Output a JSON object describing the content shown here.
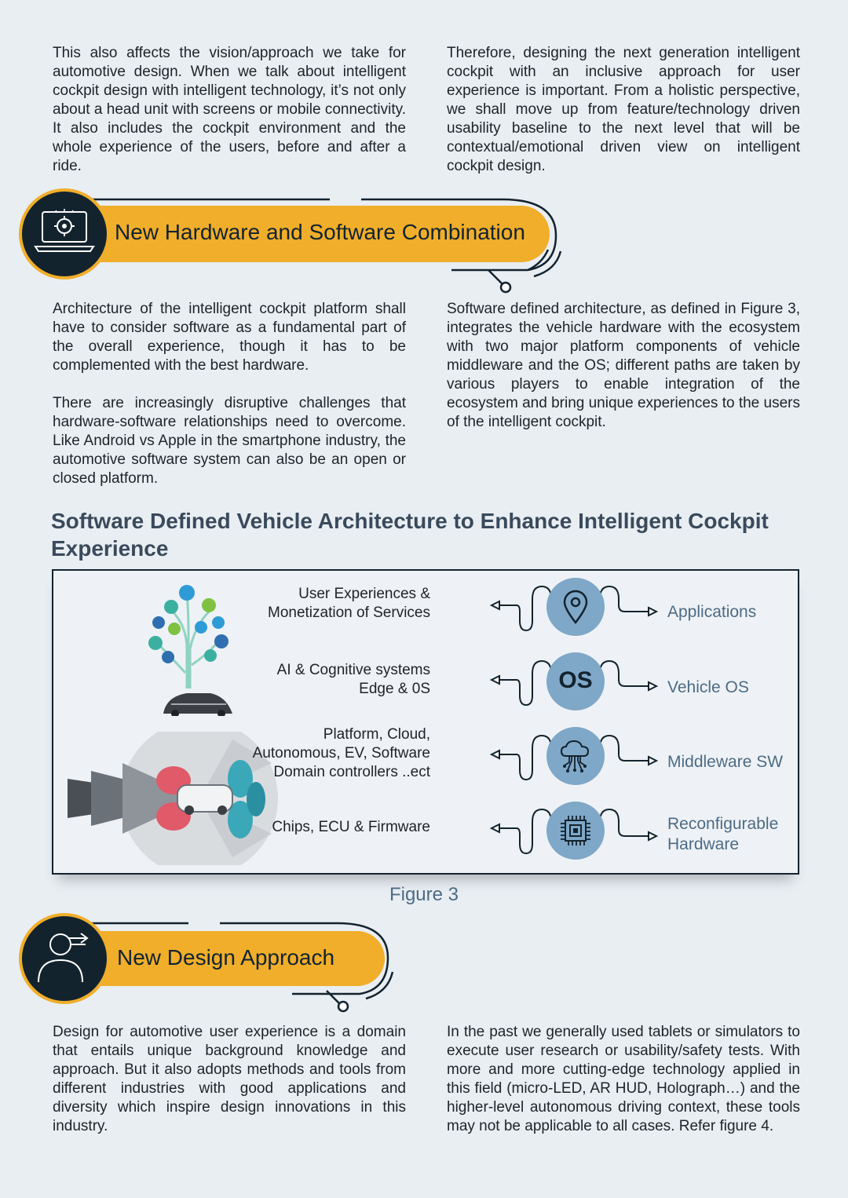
{
  "intro": {
    "left_paragraph": "This also affects the vision/approach we take for automotive design. When we talk about intelligent cockpit design with intelligent technology, it’s not only about a head unit with screens or mobile connectivity. It also includes the cockpit environment and the whole experience of the users, before and after a ride.",
    "right_paragraph": "Therefore, designing the next generation intelligent cockpit with an inclusive approach for user experience is important. From a holistic perspective, we shall move up from feature/technology driven usability baseline to the next level that will be contextual/emotional driven view on intelligent cockpit design."
  },
  "section1": {
    "title": "New Hardware and Software Combination",
    "icon": "laptop-gear-icon",
    "left_paragraphs": [
      "Architecture of the intelligent cockpit platform shall have to consider software as a fundamental part of the overall experience, though it has to be complemented with the best hardware.",
      "There are increasingly disruptive challenges that hardware-software relationships need to overcome. Like Android vs Apple in the smartphone industry, the automotive software system can also be an open or closed platform."
    ],
    "right_paragraph": "Software defined architecture, as defined in Figure 3, integrates the vehicle hardware with the ecosystem with two major platform components of vehicle middleware and the OS; different paths are taken by various players to enable integration of the ecosystem and bring unique experiences to the users of the intelligent cockpit."
  },
  "figure": {
    "title": "Software Defined Vehicle Architecture to Enhance Intelligent Cockpit Experience",
    "caption": "Figure 3",
    "layers": [
      {
        "left": [
          "User Experiences &",
          "Monetization of Services"
        ],
        "right": [
          "Applications"
        ],
        "icon": "location-pin-icon"
      },
      {
        "left": [
          "AI & Cognitive systems",
          "Edge & 0S"
        ],
        "right": [
          "Vehicle OS"
        ],
        "icon_text": "OS"
      },
      {
        "left": [
          "Platform, Cloud,",
          "Autonomous, EV, Software",
          "Domain controllers ..ect"
        ],
        "right": [
          "Middleware SW"
        ],
        "icon": "cloud-network-icon"
      },
      {
        "left": [
          "Chips, ECU & Firmware"
        ],
        "right": [
          "Reconfigurable",
          "Hardware"
        ],
        "icon": "chip-icon"
      }
    ],
    "colors": {
      "circle": "#7fa7c8",
      "right_text": "#4d6b85"
    }
  },
  "section2": {
    "title": "New Design Approach",
    "icon": "person-share-icon",
    "left_paragraph": "Design for automotive user experience is a domain that entails unique background knowledge and approach. But it also adopts methods and tools from different industries with good applications and diversity which inspire design innovations in this industry.",
    "right_paragraph": "In the past we generally used tablets or simulators to execute user research or usability/safety tests. With more and more cutting-edge technology applied in this field (micro-LED, AR HUD, Holograph…) and the higher-level autonomous driving context, these tools may not be applicable to all cases. Refer figure 4."
  },
  "colors": {
    "accent": "#f0ae2b",
    "dark": "#13232e",
    "background": "#e9eef3"
  }
}
